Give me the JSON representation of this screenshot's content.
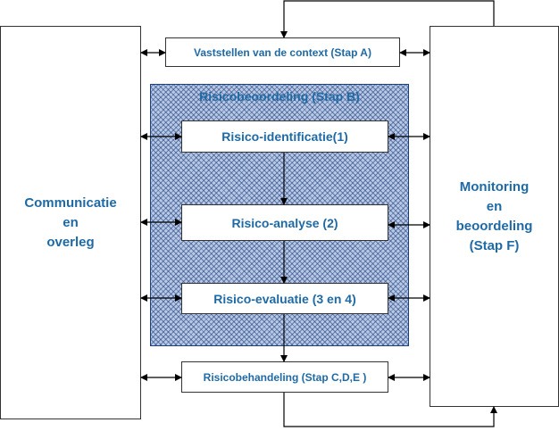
{
  "stap_a": "Vaststellen van de context (Stap A)",
  "stap_b": "Risicobeoordeling (Stap B)",
  "identificatie": "Risico-identificatie(1)",
  "analyse": "Risico-analyse (2)",
  "evaluatie": "Risico-evaluatie (3 en 4)",
  "behandeling": "Risicobehandeling  (Stap C,D,E )",
  "communicatie": [
    "Communicatie",
    "en",
    "overleg"
  ],
  "monitoring": [
    "Monitoring",
    "en",
    "beoordeling",
    "(Stap F)"
  ],
  "colors": {
    "text": "#1f6aa5",
    "hatch": "#b8c9e6",
    "border": "#333333"
  }
}
